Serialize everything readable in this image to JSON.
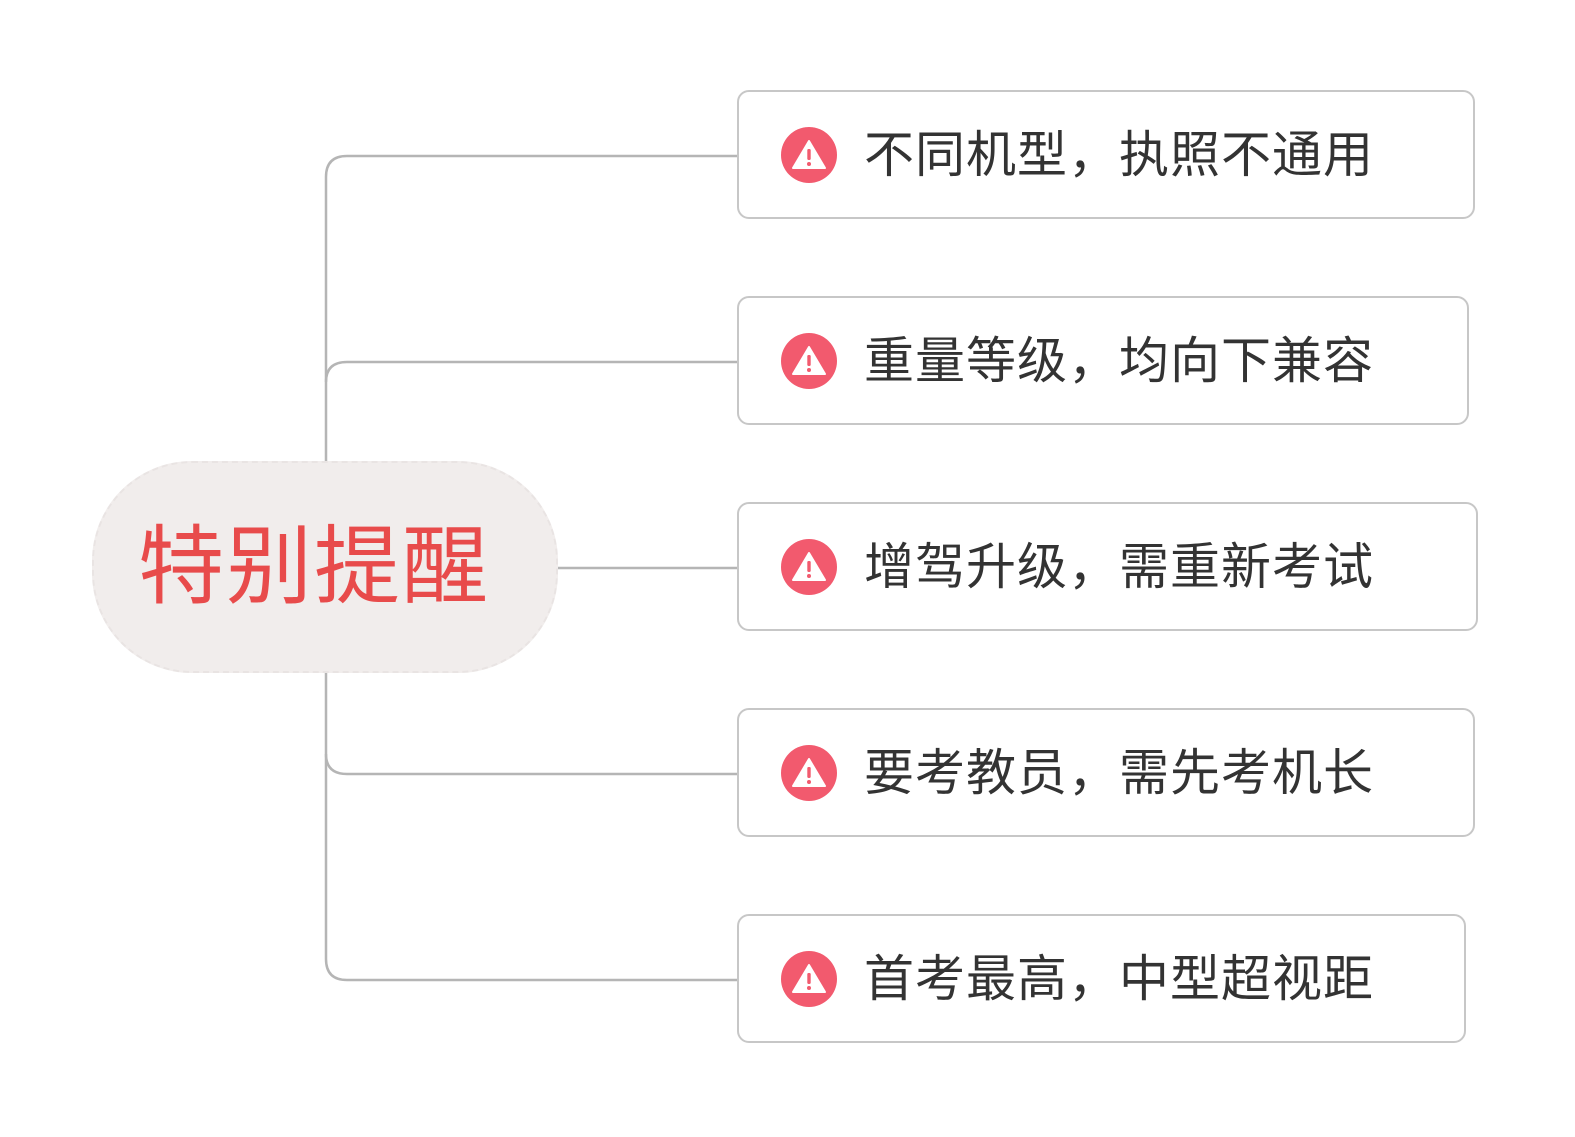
{
  "central": {
    "title": "特别提醒",
    "title_color": "#e84b4b",
    "background": "#f1edec"
  },
  "branches": [
    {
      "label": "不同机型，执照不通用",
      "icon": "warning-triangle-icon"
    },
    {
      "label": "重量等级，均向下兼容",
      "icon": "warning-triangle-icon"
    },
    {
      "label": "增驾升级，需重新考试",
      "icon": "warning-triangle-icon"
    },
    {
      "label": "要考教员，需先考机长",
      "icon": "warning-triangle-icon"
    },
    {
      "label": "首考最高，中型超视距",
      "icon": "warning-triangle-icon"
    }
  ],
  "colors": {
    "icon": "#f25a6e",
    "connector": "#b5b5b5",
    "node_border": "#c7c7c7",
    "text": "#333333"
  }
}
